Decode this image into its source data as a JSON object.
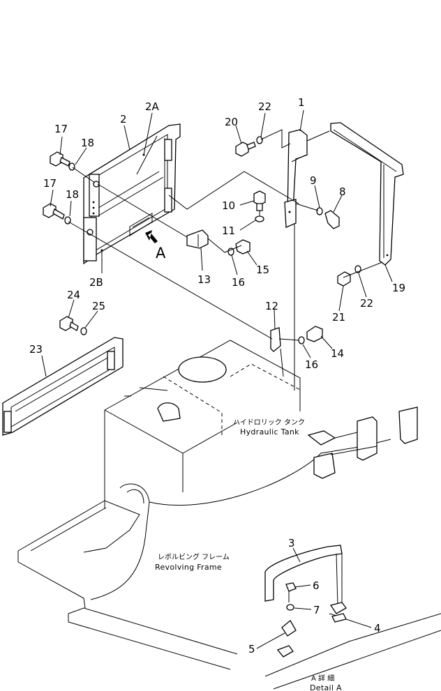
{
  "callouts": {
    "c1": "1",
    "c2": "2",
    "c2A": "2A",
    "c2B": "2B",
    "c3": "3",
    "c4": "4",
    "c5": "5",
    "c6": "6",
    "c7": "7",
    "c8": "8",
    "c9": "9",
    "c10": "10",
    "c11": "11",
    "c12": "12",
    "c13": "13",
    "c14": "14",
    "c15": "15",
    "c16a": "16",
    "c16b": "16",
    "c17a": "17",
    "c17b": "17",
    "c18a": "18",
    "c18b": "18",
    "c19": "19",
    "c20": "20",
    "c21": "21",
    "c22a": "22",
    "c22b": "22",
    "c23": "23",
    "c24": "24",
    "c25": "25"
  },
  "view_marker": "A",
  "labels": {
    "hydraulic_tank_jp": "ハイドロリック タンク",
    "hydraulic_tank_en": "Hydraulic Tank",
    "revolving_frame_jp": "レボルビング フレーム",
    "revolving_frame_en": "Revolving Frame",
    "detail_a_jp": "A 詳 細",
    "detail_a_en": "Detail A"
  }
}
